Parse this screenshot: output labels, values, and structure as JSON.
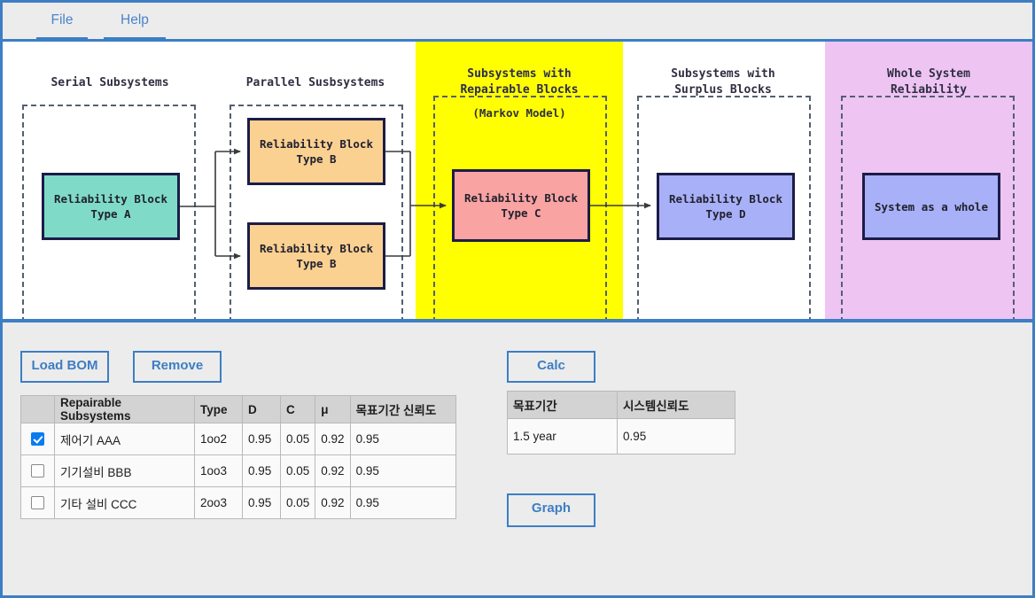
{
  "menu": {
    "tabs": [
      {
        "label": "File",
        "name": "tab-file"
      },
      {
        "label": "Help",
        "name": "tab-help"
      }
    ]
  },
  "diagram": {
    "sections": [
      {
        "title": "Serial Subsystems",
        "subtitle": "",
        "highlight": "none"
      },
      {
        "title": "Parallel Susbsystems",
        "subtitle": "",
        "highlight": "none"
      },
      {
        "title": "Subsystems with\nRepairable Blocks",
        "subtitle": "(Markov Model)",
        "highlight": "#ffff00"
      },
      {
        "title": "Subsystems with\nSurplus Blocks",
        "subtitle": "",
        "highlight": "none"
      },
      {
        "title": "Whole System\nReliability",
        "subtitle": "",
        "highlight": "#eec4f3"
      }
    ],
    "blocks": [
      {
        "id": "blk-a",
        "label": "Reliability Block\nType A",
        "color": "#7fdbc8"
      },
      {
        "id": "blk-b1",
        "label": "Reliability Block\nType B",
        "color": "#fbd192"
      },
      {
        "id": "blk-b2",
        "label": "Reliability Block\nType B",
        "color": "#fbd192"
      },
      {
        "id": "blk-c",
        "label": "Reliability Block\nType C",
        "color": "#f9a3a3"
      },
      {
        "id": "blk-d",
        "label": "Reliability Block\nType D",
        "color": "#a8b0f7"
      },
      {
        "id": "blk-e",
        "label": "System as a whole",
        "color": "#a8b0f7"
      }
    ]
  },
  "toolbar": {
    "load_bom_label": "Load BOM",
    "remove_label": "Remove",
    "calc_label": "Calc",
    "graph_label": "Graph"
  },
  "main_table": {
    "headers": [
      "",
      "Repairable Subsystems",
      "Type",
      "D",
      "C",
      "μ",
      "목표기간 신뢰도"
    ],
    "rows": [
      {
        "checked": true,
        "name": "제어기 AAA",
        "type": "1oo2",
        "d": "0.95",
        "c": "0.05",
        "mu": "0.92",
        "reliability": "0.95"
      },
      {
        "checked": false,
        "name": "기기설비 BBB",
        "type": "1oo3",
        "d": "0.95",
        "c": "0.05",
        "mu": "0.92",
        "reliability": "0.95"
      },
      {
        "checked": false,
        "name": "기타 설비 CCC",
        "type": "2oo3",
        "d": "0.95",
        "c": "0.05",
        "mu": "0.92",
        "reliability": "0.95"
      }
    ]
  },
  "result_table": {
    "headers": [
      "목표기간",
      "시스템신뢰도"
    ],
    "rows": [
      {
        "period": "1.5 year",
        "reliability": "0.95"
      }
    ]
  },
  "colors": {
    "accent": "#3d7ec4",
    "page_bg": "#ececec",
    "panel_bg": "#ffffff",
    "highlight_yellow": "#ffff00",
    "highlight_purple": "#eec4f3",
    "block_border": "#1c1c48",
    "checkbox_checked": "#0a7cf0"
  }
}
